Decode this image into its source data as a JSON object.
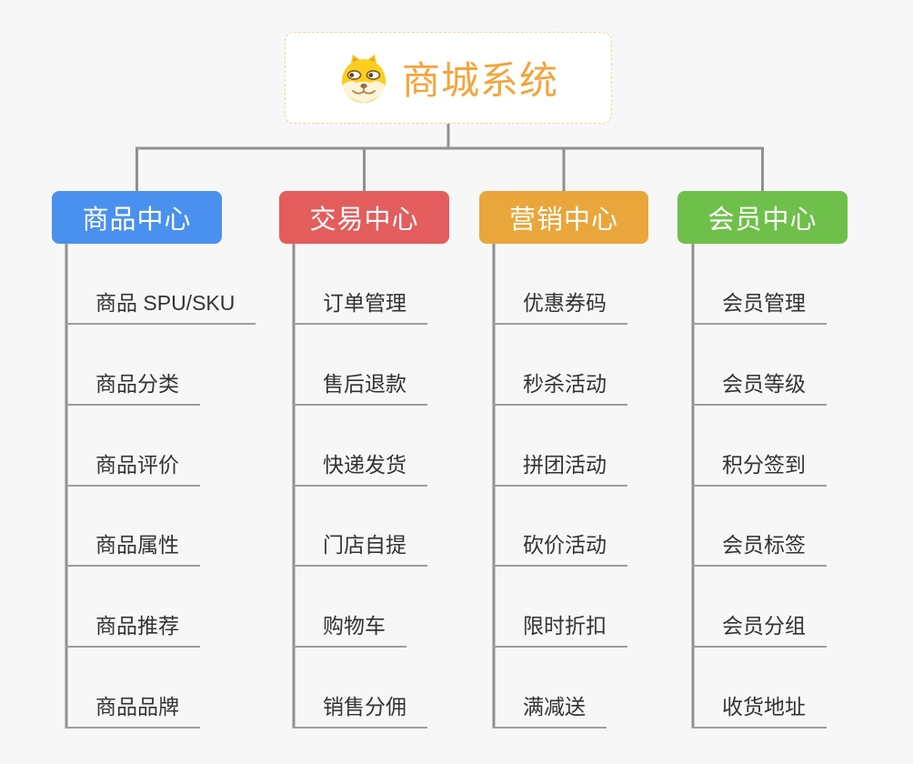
{
  "app": {
    "background_color": "#f7f7f7",
    "connector_color": "#909090",
    "child_underline_color": "#9e9e9e",
    "child_text_color": "#333333"
  },
  "root": {
    "title": "商城系统",
    "icon": "shiba-dog-icon",
    "text_color": "#f2a53c",
    "border_color": "#f3d2a0"
  },
  "branches": [
    {
      "label": "商品中心",
      "color": "#4a90ee",
      "children": [
        "商品 SPU/SKU",
        "商品分类",
        "商品评价",
        "商品属性",
        "商品推荐",
        "商品品牌"
      ]
    },
    {
      "label": "交易中心",
      "color": "#e35d5d",
      "children": [
        "订单管理",
        "售后退款",
        "快递发货",
        "门店自提",
        "购物车",
        "销售分佣"
      ]
    },
    {
      "label": "营销中心",
      "color": "#e9a63b",
      "children": [
        "优惠券码",
        "秒杀活动",
        "拼团活动",
        "砍价活动",
        "限时折扣",
        "满减送"
      ]
    },
    {
      "label": "会员中心",
      "color": "#6ec04a",
      "children": [
        "会员管理",
        "会员等级",
        "积分签到",
        "会员标签",
        "会员分组",
        "收货地址"
      ]
    }
  ]
}
